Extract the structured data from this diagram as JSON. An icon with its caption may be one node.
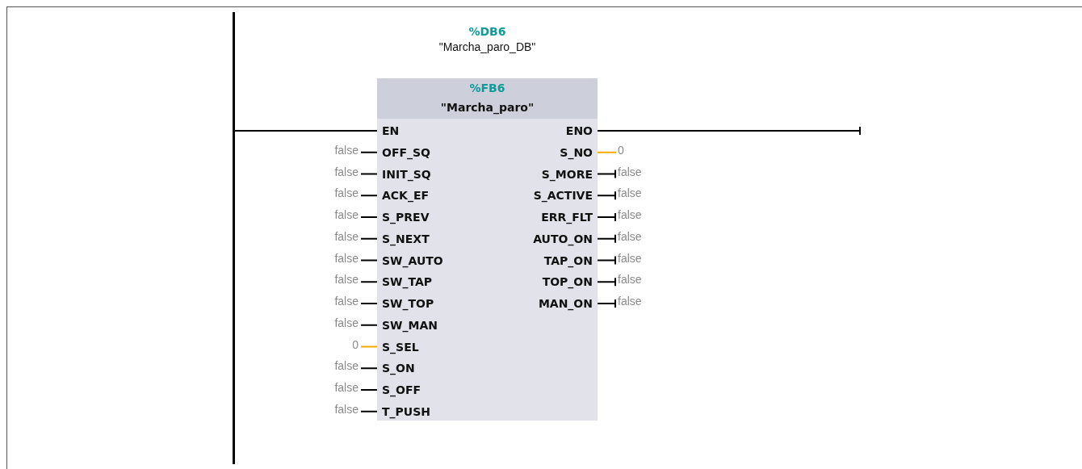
{
  "diagram": {
    "nodes": [
      {
        "text": [],
        "shape": "bar"
      },
      {
        "text": [
          "%FB6",
          "\"Marcha_paro\""
        ],
        "beside": [
          "%DB6",
          "\"Marcha_paro_DB\""
        ]
      },
      {
        "text": [
          "EN"
        ],
        "in": 1
      },
      {
        "text": [
          "OFF_SQ"
        ],
        "in": 1
      },
      {
        "text": [
          "INIT_SQ"
        ],
        "in": 1
      },
      {
        "text": [
          "ACK_EF"
        ],
        "in": 1
      },
      {
        "text": [
          "S_PREV"
        ],
        "in": 1
      },
      {
        "text": [
          "S_NEXT"
        ],
        "in": 1
      },
      {
        "text": [
          "SW_AUTO"
        ],
        "in": 1
      },
      {
        "text": [
          "SW_TAP"
        ],
        "in": 1
      },
      {
        "text": [
          "SW_TOP"
        ],
        "in": 1
      },
      {
        "text": [
          "SW_MAN"
        ],
        "in": 1
      },
      {
        "text": [
          "S_SEL"
        ],
        "in": 1
      },
      {
        "text": [
          "S_ON"
        ],
        "in": 1
      },
      {
        "text": [
          "S_OFF"
        ],
        "in": 1
      },
      {
        "text": [
          "T_PUSH"
        ],
        "in": 1
      },
      {
        "text": [
          "ENO"
        ],
        "in": 1
      },
      {
        "text": [
          "S_NO"
        ],
        "in": 1
      },
      {
        "text": [
          "S_MORE"
        ],
        "in": 1
      },
      {
        "text": [
          "S_ACTIVE"
        ],
        "in": 1
      },
      {
        "text": [
          "ERR_FLT"
        ],
        "in": 1
      },
      {
        "text": [
          "AUTO_ON"
        ],
        "in": 1
      },
      {
        "text": [
          "TAP_ON"
        ],
        "in": 1
      },
      {
        "text": [
          "TOP_ON"
        ],
        "in": 1
      },
      {
        "text": [
          "MAN_ON"
        ],
        "in": 1
      },
      {
        "text": [
          "false"
        ]
      },
      {
        "text": [
          "false"
        ]
      },
      {
        "text": [
          "false"
        ]
      },
      {
        "text": [
          "false"
        ]
      },
      {
        "text": [
          "false"
        ]
      },
      {
        "text": [
          "false"
        ]
      },
      {
        "text": [
          "false"
        ]
      },
      {
        "text": [
          "false"
        ]
      },
      {
        "text": [
          "false"
        ]
      },
      {
        "text": [
          "0"
        ]
      },
      {
        "text": [
          "false"
        ]
      },
      {
        "text": [
          "false"
        ]
      },
      {
        "text": [
          "false"
        ]
      },
      {
        "text": [
          "0"
        ]
      },
      {
        "text": [
          "false"
        ]
      },
      {
        "text": [
          "false"
        ]
      },
      {
        "text": [
          "false"
        ]
      },
      {
        "text": [
          "false"
        ]
      },
      {
        "text": [
          "false"
        ]
      },
      {
        "text": [
          "false"
        ]
      },
      {
        "text": [
          "false"
        ]
      }
    ],
    "edges": [
      {
        "from": 0,
        "to": 2,
        "arrow": "none"
      },
      {
        "from": 25,
        "to": 3,
        "arrow": "none"
      },
      {
        "from": 26,
        "to": 4,
        "arrow": "none"
      },
      {
        "from": 27,
        "to": 5,
        "arrow": "none"
      },
      {
        "from": 28,
        "to": 6,
        "arrow": "none"
      },
      {
        "from": 29,
        "to": 7,
        "arrow": "none"
      },
      {
        "from": 30,
        "to": 8,
        "arrow": "none"
      },
      {
        "from": 31,
        "to": 9,
        "arrow": "none"
      },
      {
        "from": 32,
        "to": 10,
        "arrow": "none"
      },
      {
        "from": 33,
        "to": 11,
        "arrow": "none"
      },
      {
        "from": 34,
        "to": 12,
        "arrow": "none",
        "color": "#f5a800"
      },
      {
        "from": 35,
        "to": 13,
        "arrow": "none"
      },
      {
        "from": 36,
        "to": 14,
        "arrow": "none"
      },
      {
        "from": 37,
        "to": 15,
        "arrow": "none"
      },
      {
        "from": 16,
        "to": null,
        "arrow": "other"
      },
      {
        "from": 17,
        "to": 38,
        "arrow": "none",
        "color": "#f5a800"
      },
      {
        "from": 18,
        "to": 39,
        "arrow": "other"
      },
      {
        "from": 19,
        "to": 40,
        "arrow": "other"
      },
      {
        "from": 20,
        "to": 41,
        "arrow": "other"
      },
      {
        "from": 21,
        "to": 42,
        "arrow": "other"
      },
      {
        "from": 22,
        "to": 43,
        "arrow": "other"
      },
      {
        "from": 23,
        "to": 44,
        "arrow": "other"
      },
      {
        "from": 24,
        "to": 45,
        "arrow": "other"
      }
    ]
  }
}
